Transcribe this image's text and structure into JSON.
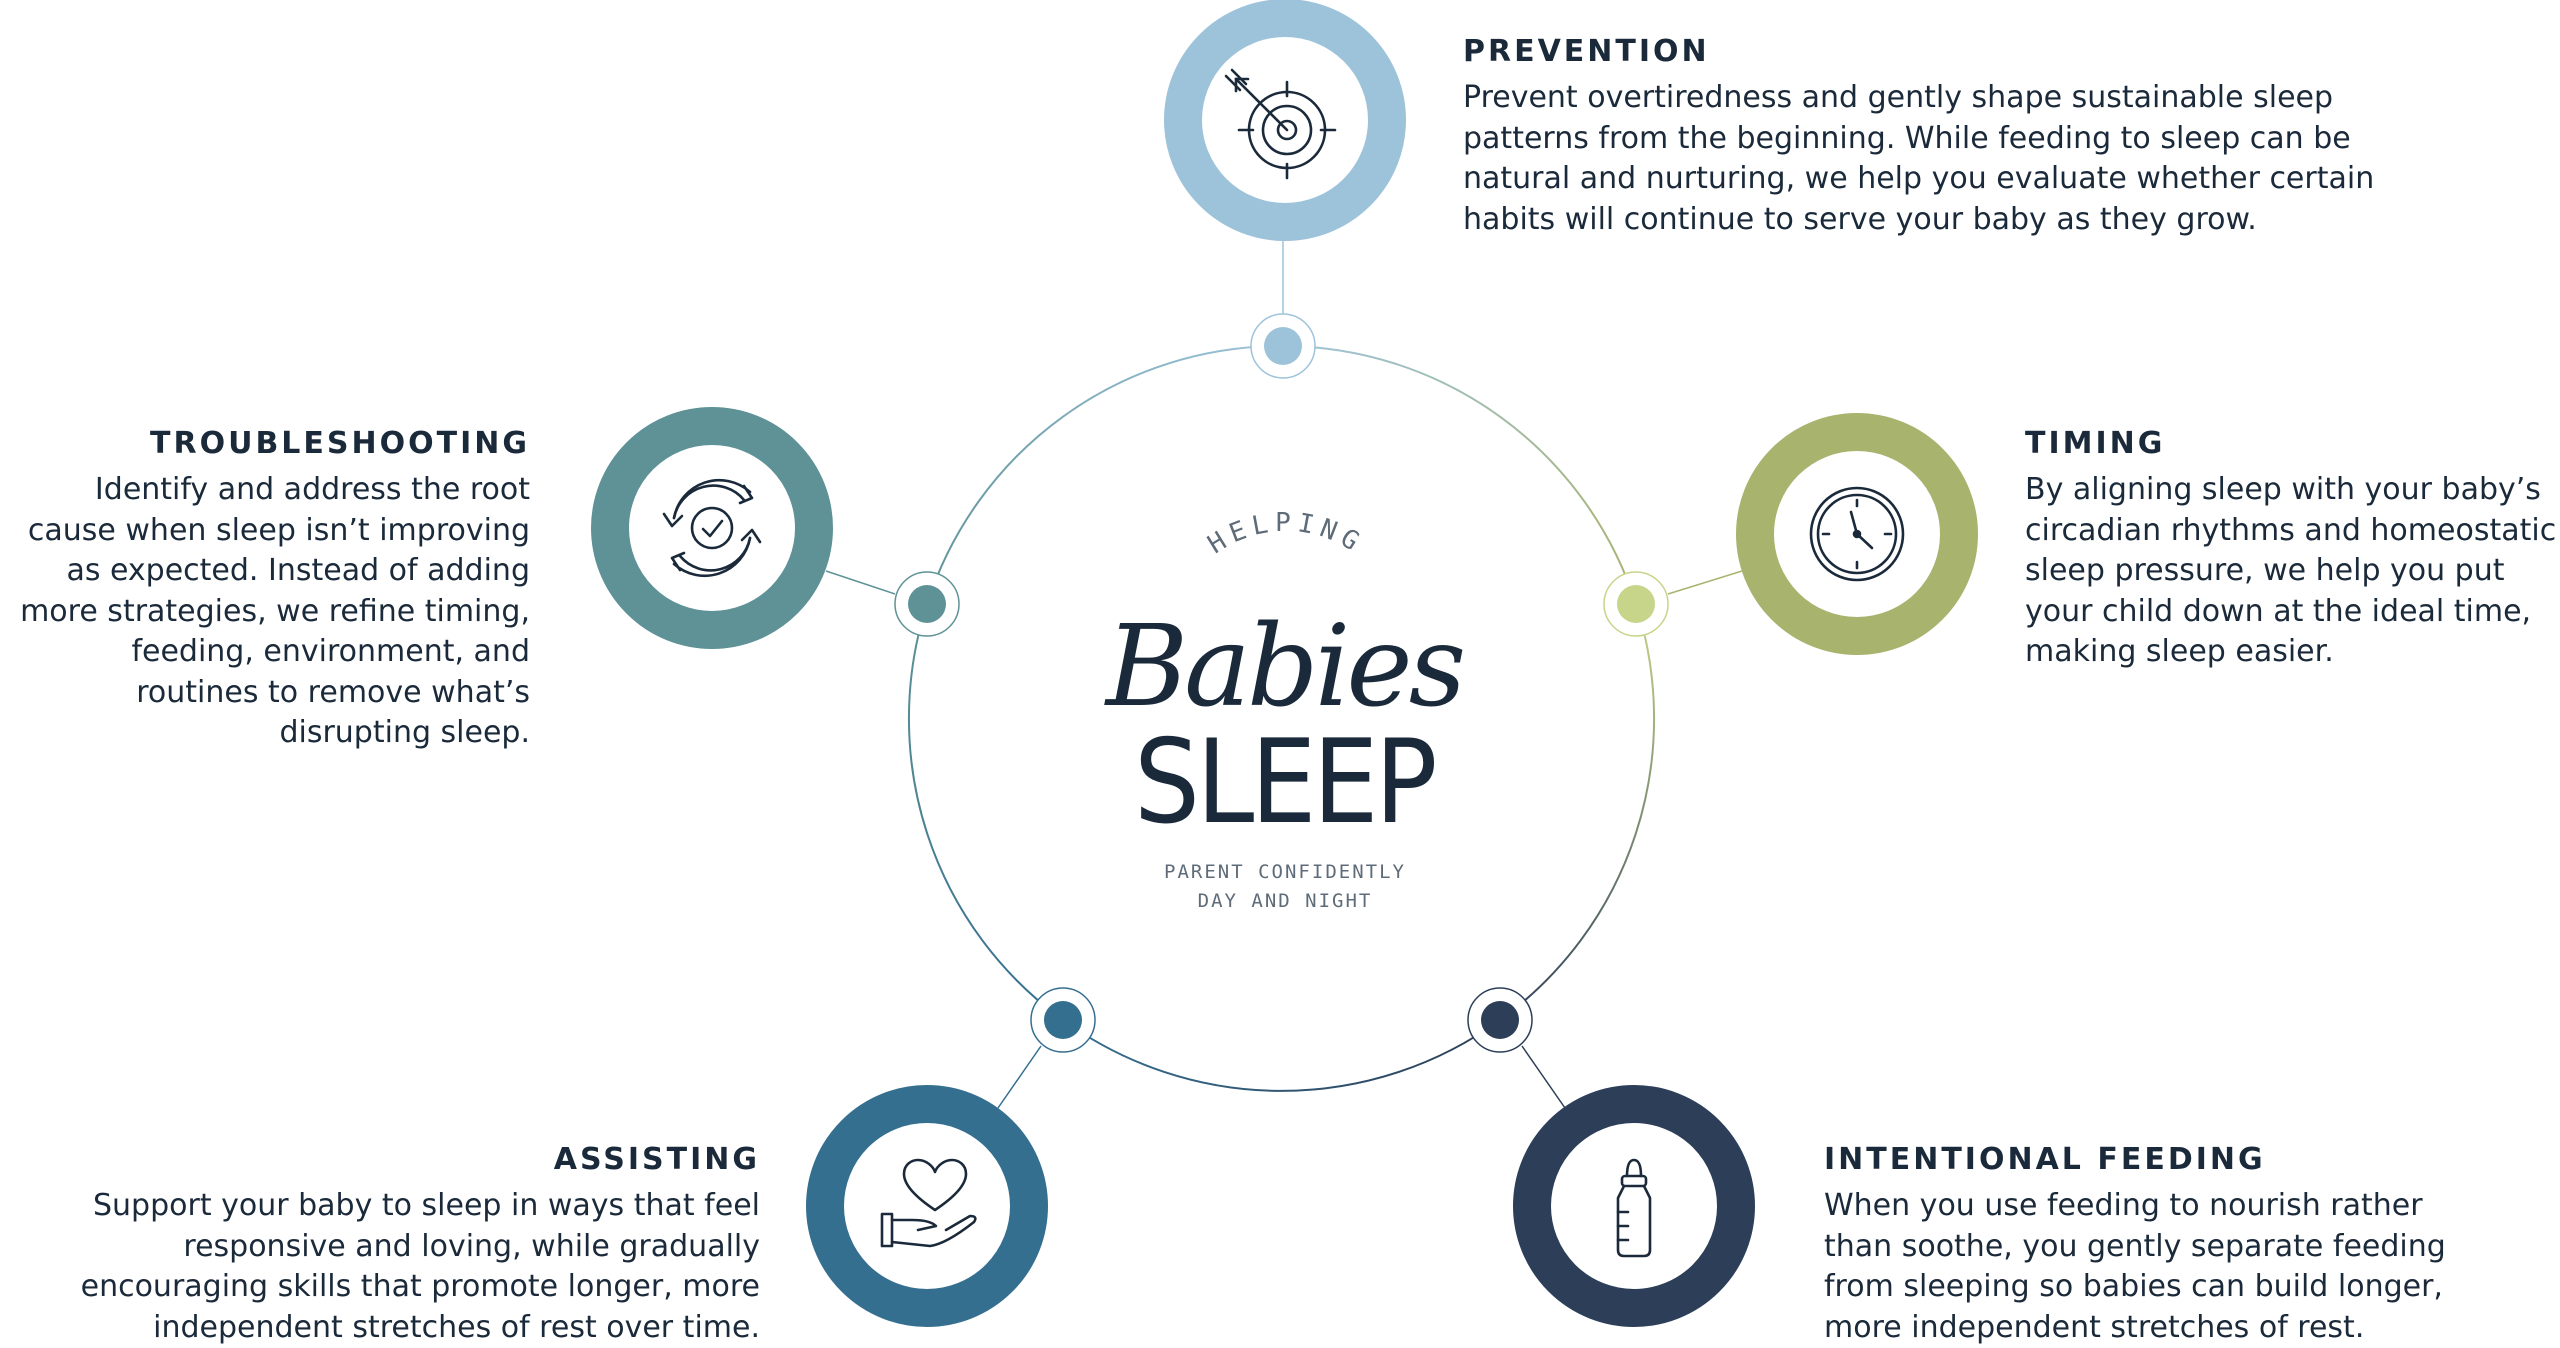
{
  "center": {
    "arc_word": "HELPING",
    "title_script": "Babies",
    "title_main": "SLEEP",
    "tagline_line1": "PARENT CONFIDENTLY",
    "tagline_line2": "DAY AND NIGHT"
  },
  "nodes": [
    {
      "id": "prevention",
      "title": "PREVENTION",
      "icon": "target-arrow-icon",
      "color": "#9dc3da",
      "text": "Prevent overtiredness and gently shape sustainable sleep patterns from the beginning. While feeding to sleep can be natural and nurturing, we help you evaluate whether certain habits will continue to serve your baby as they grow."
    },
    {
      "id": "timing",
      "title": "TIMING",
      "icon": "clock-icon",
      "color": "#a8b46e",
      "text": "By aligning sleep with your baby’s circadian rhythms and homeostatic sleep pressure, we help you put your child down at the ideal time, making sleep easier."
    },
    {
      "id": "intentional-feeding",
      "title": "INTENTIONAL FEEDING",
      "icon": "baby-bottle-icon",
      "color": "#2c3e58",
      "text": "When you use feeding to nourish rather than soothe, you gently separate feeding from sleeping so babies can build longer, more independent stretches of rest."
    },
    {
      "id": "assisting",
      "title": "ASSISTING",
      "icon": "heart-in-hand-icon",
      "color": "#356f90",
      "text": "Support your baby to sleep in ways that feel responsive and loving, while gradually encouraging skills that promote longer, more independent stretches of rest over time."
    },
    {
      "id": "troubleshooting",
      "title": "TROUBLESHOOTING",
      "icon": "cycle-check-icon",
      "color": "#5e9297",
      "text": "Identify and address the root cause when sleep isn’t improving as expected. Instead of adding more strategies, we refine timing, feeding, environment, and routines to remove what’s disrupting sleep."
    }
  ],
  "dot_colors": {
    "prevention": "#9dc3da",
    "timing": "#c6d58a",
    "intentional-feeding": "#2c3e58",
    "assisting": "#356f90",
    "troubleshooting": "#5e9297"
  }
}
